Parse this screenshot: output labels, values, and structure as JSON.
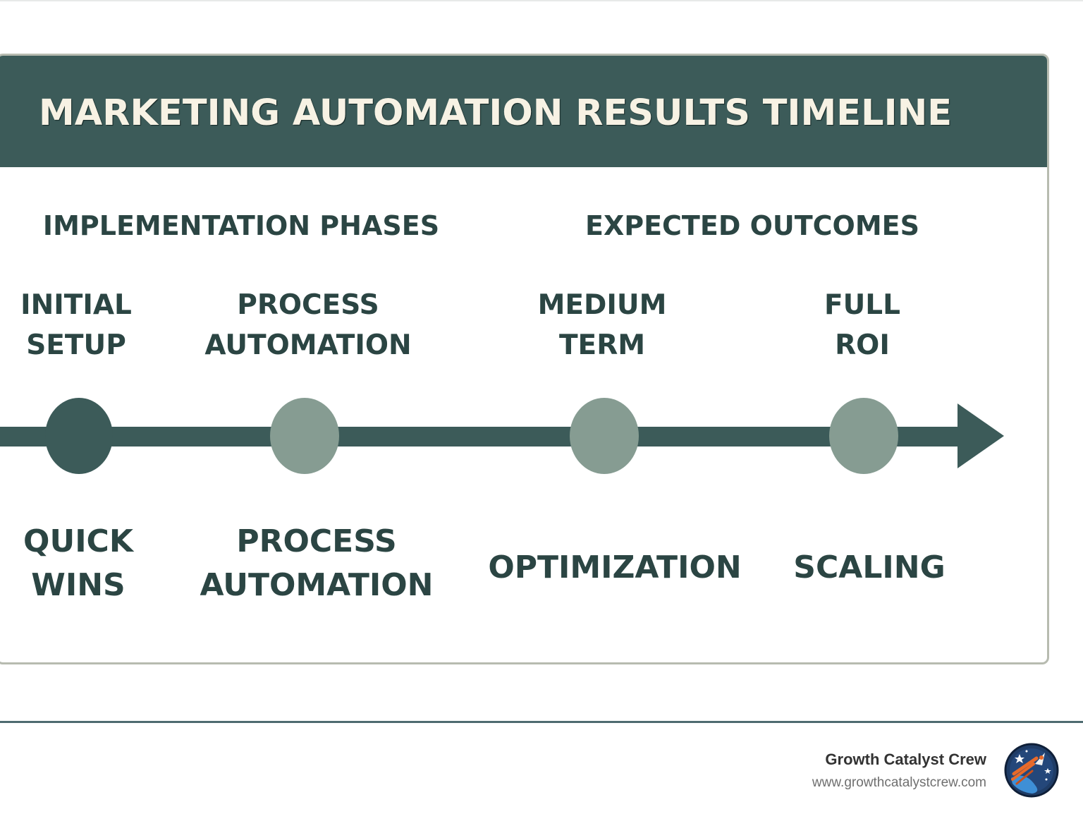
{
  "title": "MARKETING AUTOMATION RESULTS TIMELINE",
  "sections": {
    "phases": "IMPLEMENTATION PHASES",
    "outcomes": "EXPECTED OUTCOMES"
  },
  "milestones": [
    {
      "top": [
        "INITIAL",
        "SETUP"
      ],
      "bottom": [
        "QUICK",
        "WINS"
      ],
      "status": "completed"
    },
    {
      "top": [
        "PROCESS",
        "AUTOMATION"
      ],
      "bottom": [
        "PROCESS",
        "AUTOMATION"
      ],
      "status": "upcoming"
    },
    {
      "top": [
        "MEDIUM",
        "TERM"
      ],
      "bottom": [
        "OPTIMIZATION"
      ],
      "status": "upcoming"
    },
    {
      "top": [
        "FULL",
        "ROI"
      ],
      "bottom": [
        "SCALING"
      ],
      "status": "upcoming"
    }
  ],
  "colors": {
    "header": "#3c5b59",
    "title_text": "#f7f2e4",
    "line": "#3c5b59",
    "marker_completed": "#3c5b59",
    "marker_upcoming": "#869c92",
    "text": "#2b4543"
  },
  "brand": {
    "name": "Growth Catalyst Crew",
    "url": "www.growthcatalystcrew.com",
    "logo_icon": "rocket-badge-icon"
  }
}
